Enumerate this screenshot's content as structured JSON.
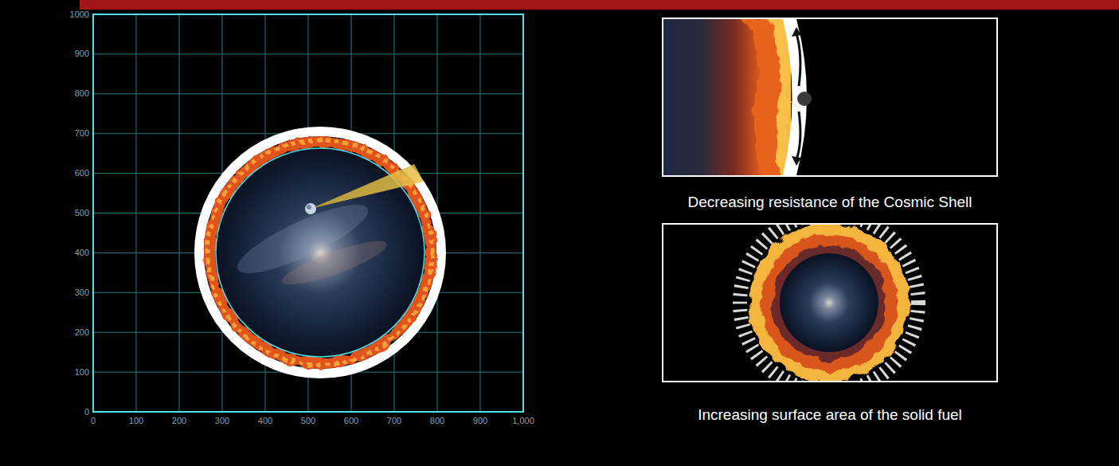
{
  "diagram": {
    "nodes": [
      {
        "text": [
          "Decreasing resistance of the Cosmic Shell"
        ]
      },
      {
        "text": [
          "Increasing surface area of the solid fuel"
        ]
      }
    ],
    "labels": [
      "1000",
      "900",
      "800",
      "700",
      "600",
      "500",
      "400",
      "300",
      "200",
      "100",
      "0",
      "0",
      "100",
      "200",
      "300",
      "400",
      "500",
      "600",
      "700",
      "800",
      "900",
      "1,000"
    ]
  }
}
